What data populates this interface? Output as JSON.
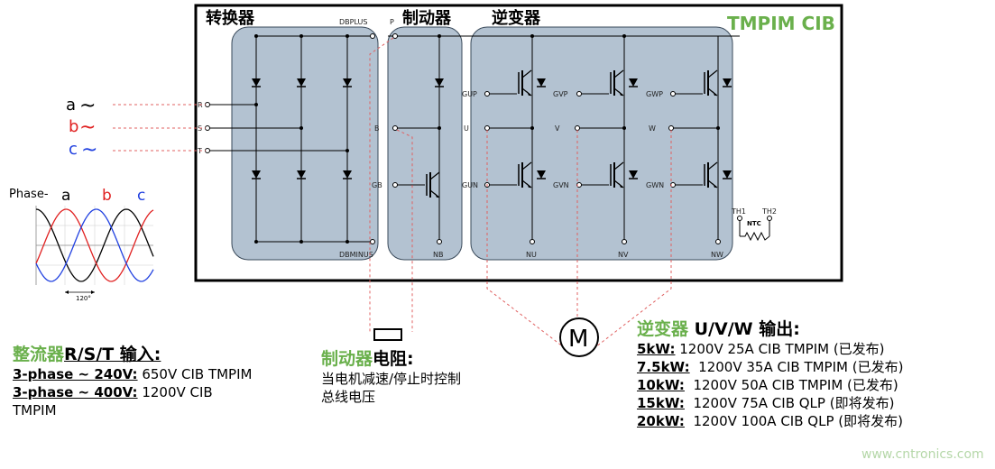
{
  "colors": {
    "green": "#6ab04c",
    "box_fill": "#b3c2d1",
    "box_stroke": "#3a4a5a",
    "phase_a": "#000000",
    "phase_b": "#e02020",
    "phase_c": "#2040e0",
    "dashed_red": "#e06060"
  },
  "module": {
    "name": "TMPIM CIB"
  },
  "sections": {
    "rectifier": "转换器",
    "brake": "制动器",
    "inverter": "逆变器"
  },
  "pins": {
    "dbplus": "DBPLUS",
    "p": "P",
    "dbminus": "DBMINUS",
    "nb": "NB",
    "r": "R",
    "s": "S",
    "t": "T",
    "b": "B",
    "gb": "GB",
    "gup": "GUP",
    "gvp": "GVP",
    "gwp": "GWP",
    "u": "U",
    "v": "V",
    "w": "W",
    "gun": "GUN",
    "gvn": "GVN",
    "gwn": "GWN",
    "nu": "NU",
    "nv": "NV",
    "nw": "NW",
    "th1": "TH1",
    "th2": "TH2",
    "ntc": "NTC"
  },
  "inputs": {
    "a": "a",
    "b": "b",
    "c": "c",
    "tilde": "~"
  },
  "phase_plot": {
    "label": "Phase-",
    "a": "a",
    "b": "b",
    "c": "c",
    "angle": "120°"
  },
  "motor": {
    "symbol": "M"
  },
  "rectifier_info": {
    "title_green": "整流器",
    "title_rest": "R/S/T 输入:",
    "lines": [
      {
        "bold": "3-phase ~ 240V:",
        "text": " 650V CIB TMPIM"
      },
      {
        "bold": "3-phase ~ 400V:",
        "text": " 1200V CIB"
      }
    ],
    "wrap": "TMPIM"
  },
  "brake_info": {
    "title_green": "制动器",
    "title_rest": "电阻:",
    "lines": [
      "当电机减速/停止时控制",
      "总线电压"
    ]
  },
  "inverter_info": {
    "title_green": "逆变器",
    "title_rest": " U/V/W 输出:",
    "lines": [
      {
        "bold": "5kW:",
        "text": " 1200V 25A CIB TMPIM (已发布)"
      },
      {
        "bold": "7.5kW:",
        "text": "  1200V 35A CIB TMPIM (已发布)"
      },
      {
        "bold": "10kW:",
        "text": "  1200V 50A CIB TMPIM (已发布)"
      },
      {
        "bold": "15kW:",
        "text": "  1200V 75A CIB QLP (即将发布)"
      },
      {
        "bold": "20kW:",
        "text": "  1200V 100A CIB QLP (即将发布)"
      }
    ]
  },
  "watermark": "www.cntronics.com"
}
